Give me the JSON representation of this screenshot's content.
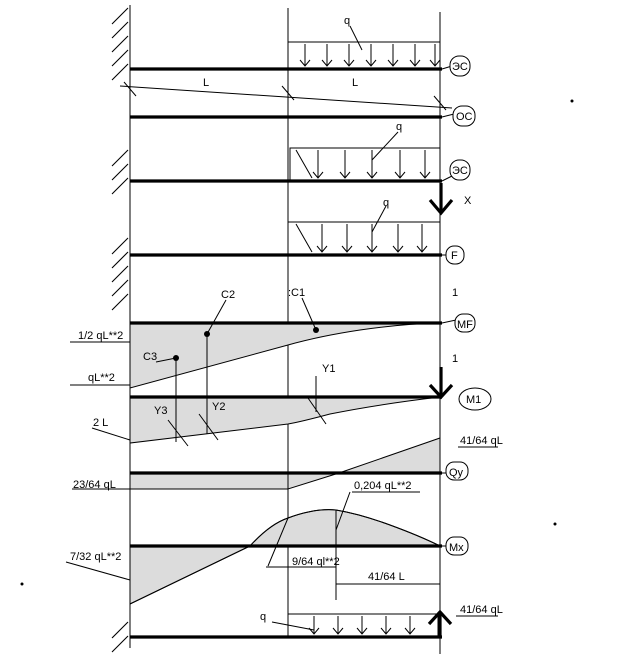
{
  "labels": {
    "q1": "q",
    "q2": "q",
    "q3": "q",
    "q4": "q",
    "L1": "L",
    "L2": "L",
    "X": "X",
    "C1": ":C1",
    "C2": "C2",
    "C3": "C3",
    "Y1": "Y1",
    "Y2": "Y2",
    "Y3": "Y3",
    "one_top": "1",
    "one_m1": "1",
    "half_qL2": "1/2 qL**2",
    "qL2": "qL**2",
    "twoL": "2 L",
    "qy_right": "41/64 qL",
    "qy_left": "23/64 qL",
    "mx_peak": "0,204 qL**2",
    "mx_left": "7/32 qL**2",
    "mx_mid": "9/64 ql**2",
    "len_41_64L": "41/64 L",
    "reaction": "41/64 qL"
  },
  "tags": {
    "ec1": "ЭС",
    "oc": "ОС",
    "ec2": "ЭС",
    "f": "F",
    "mf": "MF",
    "m1": "M1",
    "qy": "Qy",
    "mx": "Mx"
  }
}
